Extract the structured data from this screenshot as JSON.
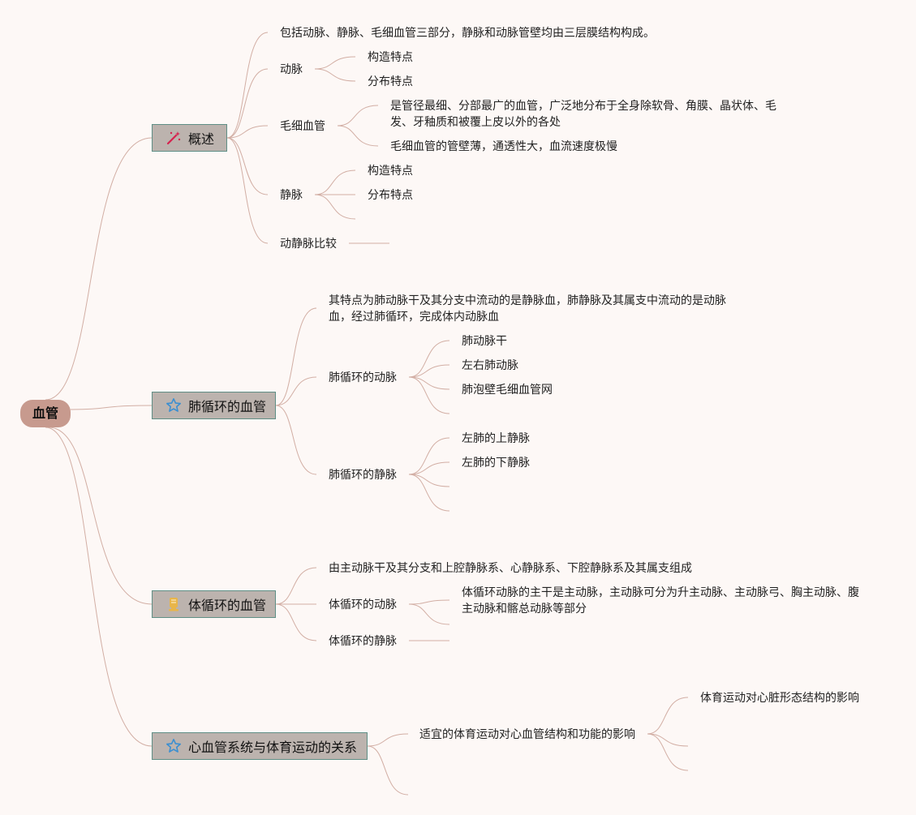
{
  "root": {
    "label": "血管"
  },
  "branches": {
    "overview": {
      "label": "概述",
      "icon": "magic-wand-icon"
    },
    "pulmonary": {
      "label": "肺循环的血管",
      "icon": "star-icon"
    },
    "systemic": {
      "label": "体循环的血管",
      "icon": "trophy-icon"
    },
    "sports": {
      "label": "心血管系统与体育运动的关系",
      "icon": "star-icon"
    }
  },
  "overview": {
    "intro": "包括动脉、静脉、毛细血管三部分，静脉和动脉管壁均由三层膜结构构成。",
    "artery": {
      "label": "动脉",
      "children": [
        "构造特点",
        "分布特点"
      ]
    },
    "capillary": {
      "label": "毛细血管",
      "children": [
        "是管径最细、分部最广的血管，广泛地分布于全身除软骨、角膜、晶状体、毛发、牙釉质和被覆上皮以外的各处",
        "毛细血管的管壁薄，通透性大，血流速度极慢"
      ]
    },
    "vein": {
      "label": "静脉",
      "children": [
        "构造特点",
        "分布特点"
      ]
    },
    "compare": {
      "label": "动静脉比较"
    }
  },
  "pulmonary": {
    "intro": "其特点为肺动脉干及其分支中流动的是静脉血，肺静脉及其属支中流动的是动脉血，经过肺循环，完成体内动脉血",
    "artery": {
      "label": "肺循环的动脉",
      "children": [
        "肺动脉干",
        "左右肺动脉",
        "肺泡壁毛细血管网"
      ]
    },
    "vein": {
      "label": "肺循环的静脉",
      "children": [
        "左肺的上静脉",
        "左肺的下静脉"
      ]
    }
  },
  "systemic": {
    "intro": "由主动脉干及其分支和上腔静脉系、心静脉系、下腔静脉系及其属支组成",
    "artery": {
      "label": "体循环的动脉",
      "children": [
        "体循环动脉的主干是主动脉，主动脉可分为升主动脉、主动脉弓、胸主动脉、腹主动脉和髂总动脉等部分"
      ]
    },
    "vein": {
      "label": "体循环的静脉"
    }
  },
  "sports": {
    "effect": {
      "label": "适宜的体育运动对心血管结构和功能的影响",
      "children": [
        "体育运动对心脏形态结构的影响"
      ]
    }
  },
  "colors": {
    "line": "#d2aea4",
    "root": "#c79a8e",
    "branch_bg": "#bcb3ae",
    "branch_border": "#5f8f86"
  }
}
